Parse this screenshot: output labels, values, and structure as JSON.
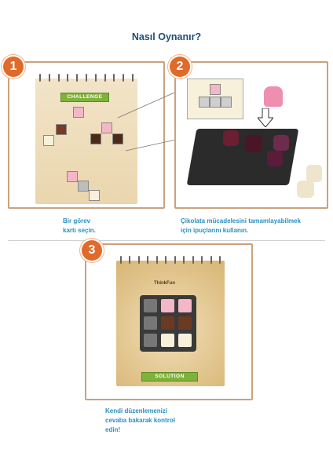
{
  "page_title": "Nasıl Oynanır?",
  "steps": [
    {
      "number": "1",
      "caption_line1": "Bir görev",
      "caption_line2": "kartı seçin."
    },
    {
      "number": "2",
      "caption_line1": "Çikolata mücadelesini tamamlayabilmek",
      "caption_line2": "için ipuçlarını kullanın."
    },
    {
      "number": "3",
      "caption_line1": "Kendi düzenlemenizi",
      "caption_line2": "cevaba bakarak kontrol",
      "caption_line3": "edin!"
    }
  ],
  "card_labels": {
    "challenge": "CHALLENGE",
    "solution": "SOLUTION",
    "brand": "ThinkFun"
  },
  "colors": {
    "accent": "#e06a2a",
    "caption": "#2a8fc0",
    "title": "#1f4e79",
    "panel_border": "#c9a27e",
    "banner": "#7fb23a"
  }
}
